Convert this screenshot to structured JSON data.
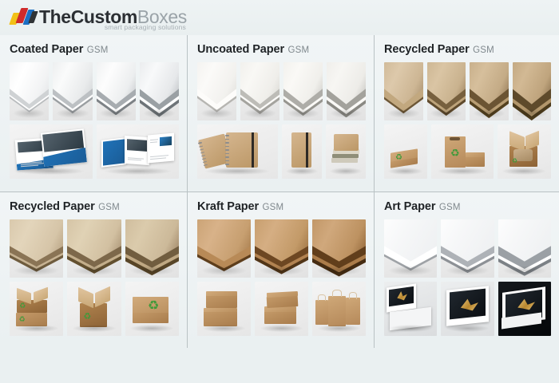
{
  "brand": {
    "name_the": "The",
    "name_custom": "Custom",
    "name_boxes": "Boxes",
    "tagline": "smart packaging solutions",
    "logo_icon": "stacked-parallelograms-logo-icon",
    "colors": {
      "yellow": "#f2c117",
      "red": "#cf2b2b",
      "blue": "#1b6fc4",
      "dark": "#2f3336",
      "page_background": "#eaf0f1",
      "title_text": "#1f2326",
      "subtitle_text": "#7f888d",
      "divider": "#b9c2c4",
      "recycle_green": "#3f9a3a"
    }
  },
  "cards": [
    {
      "id": "coated-paper",
      "title": "Coated Paper",
      "suffix": "GSM",
      "swatch_count": 4,
      "swatches": [
        {
          "name": "coated-paper-swatch-1",
          "p1": "#f2f3f4",
          "p2": "#ffffff",
          "p3": "#dcdee0"
        },
        {
          "name": "coated-paper-swatch-2",
          "p1": "#e9ebec",
          "p2": "#fafbfb",
          "p3": "#c9ccce"
        },
        {
          "name": "coated-paper-swatch-3",
          "p1": "#eceeef",
          "p2": "#fdfdfd",
          "p3": "#b4b8bb"
        },
        {
          "name": "coated-paper-swatch-4",
          "p1": "#e6e8ea",
          "p2": "#f8f9fa",
          "p3": "#a9adb1"
        }
      ],
      "products": [
        {
          "name": "coated-paper-brochure-mockup-1",
          "kind": "brochure-a"
        },
        {
          "name": "coated-paper-brochure-mockup-2",
          "kind": "brochure-b"
        }
      ]
    },
    {
      "id": "uncoated-paper",
      "title": "Uncoated Paper",
      "suffix": "GSM",
      "swatch_count": 4,
      "swatches": [
        {
          "name": "uncoated-paper-swatch-1",
          "p1": "#f2f1ee",
          "p2": "#fbfaf8",
          "p3": "#d9d8d4"
        },
        {
          "name": "uncoated-paper-swatch-2",
          "p1": "#efeeea",
          "p2": "#f9f8f5",
          "p3": "#cfcec9"
        },
        {
          "name": "uncoated-paper-swatch-3",
          "p1": "#f0efeb",
          "p2": "#faf9f6",
          "p3": "#bdbcb7"
        },
        {
          "name": "uncoated-paper-swatch-4",
          "p1": "#edece8",
          "p2": "#f7f6f3",
          "p3": "#b2b1ac"
        }
      ],
      "products": [
        {
          "name": "uncoated-paper-spiral-notebooks",
          "kind": "notebooks-pair"
        },
        {
          "name": "uncoated-paper-single-notebook",
          "kind": "notebook-single"
        },
        {
          "name": "uncoated-paper-stacked-notebooks",
          "kind": "notebook-stack"
        }
      ]
    },
    {
      "id": "recycled-paper-top",
      "title": "Recycled Paper",
      "suffix": "GSM",
      "swatch_count": 4,
      "swatches": [
        {
          "name": "recycled-paper-swatch-1",
          "p1": "#cdb694",
          "p2": "#ddc9ab",
          "p3": "#8d7category"
        },
        {
          "name": "recycled-paper-swatch-2",
          "p1": "#c9b28e",
          "p2": "#dac5a4",
          "p3": "#8a6f4c"
        },
        {
          "name": "recycled-paper-swatch-3",
          "p1": "#c4ab86",
          "p2": "#d6bf9c",
          "p3": "#7d6341"
        },
        {
          "name": "recycled-paper-swatch-4",
          "p1": "#bfa47d",
          "p2": "#d2b994",
          "p3": "#6f5636"
        }
      ],
      "products": [
        {
          "name": "recycled-flat-box-with-recycle-symbol",
          "kind": "flat-box-recycle"
        },
        {
          "name": "recycled-paper-bag-and-box",
          "kind": "bag-and-box"
        },
        {
          "name": "recycled-open-shipping-box",
          "kind": "open-box"
        }
      ]
    },
    {
      "id": "recycled-paper-bottom",
      "title": "Recycled Paper",
      "suffix": "GSM",
      "swatch_count": 3,
      "swatches": [
        {
          "name": "recycled-paper-b-swatch-1",
          "p1": "#d6c5a8",
          "p2": "#e3d5bb",
          "p3": "#9b8364"
        },
        {
          "name": "recycled-paper-b-swatch-2",
          "p1": "#d2c0a1",
          "p2": "#e0d2b5",
          "p3": "#927a5b"
        },
        {
          "name": "recycled-paper-b-swatch-3",
          "p1": "#ccb999",
          "p2": "#dbcbac",
          "p3": "#85694a"
        }
      ],
      "products": [
        {
          "name": "recycled-stacked-open-boxes",
          "kind": "stacked-open-boxes"
        },
        {
          "name": "recycled-open-cube-box",
          "kind": "open-cube-box"
        },
        {
          "name": "recycled-closed-box-with-recycle-symbol",
          "kind": "closed-box-recycle"
        }
      ]
    },
    {
      "id": "kraft-paper",
      "title": "Kraft Paper",
      "suffix": "GSM",
      "swatch_count": 3,
      "swatches": [
        {
          "name": "kraft-paper-swatch-1",
          "p1": "#c79f70",
          "p2": "#d8b289",
          "p3": "#8a6135"
        },
        {
          "name": "kraft-paper-swatch-2",
          "p1": "#c39a68",
          "p2": "#d5ae83",
          "p3": "#7d5529"
        },
        {
          "name": "kraft-paper-swatch-3",
          "p1": "#bd9261",
          "p2": "#d0a87c",
          "p3": "#6f4a22"
        }
      ],
      "products": [
        {
          "name": "kraft-stacked-boxes",
          "kind": "kraft-stacked"
        },
        {
          "name": "kraft-two-boxes",
          "kind": "kraft-two-boxes"
        },
        {
          "name": "kraft-shopping-bags",
          "kind": "kraft-bags"
        }
      ]
    },
    {
      "id": "art-paper",
      "title": "Art Paper",
      "suffix": "GSM",
      "swatch_count": 3,
      "swatches": [
        {
          "name": "art-paper-swatch-1",
          "p1": "#f6f7f8",
          "p2": "#ffffff",
          "p3": "#d3d6d9"
        },
        {
          "name": "art-paper-swatch-2",
          "p1": "#f2f3f5",
          "p2": "#ffffff",
          "p3": "#c4c8cc"
        },
        {
          "name": "art-paper-swatch-3",
          "p1": "#eef0f2",
          "p2": "#fdfdfe",
          "p3": "#b0b5ba"
        }
      ],
      "products": [
        {
          "name": "art-paper-print-portrait",
          "kind": "art-print-1"
        },
        {
          "name": "art-paper-print-gold-sculpture",
          "kind": "art-print-2"
        },
        {
          "name": "art-paper-print-dark-gold",
          "kind": "art-print-3"
        }
      ]
    }
  ]
}
